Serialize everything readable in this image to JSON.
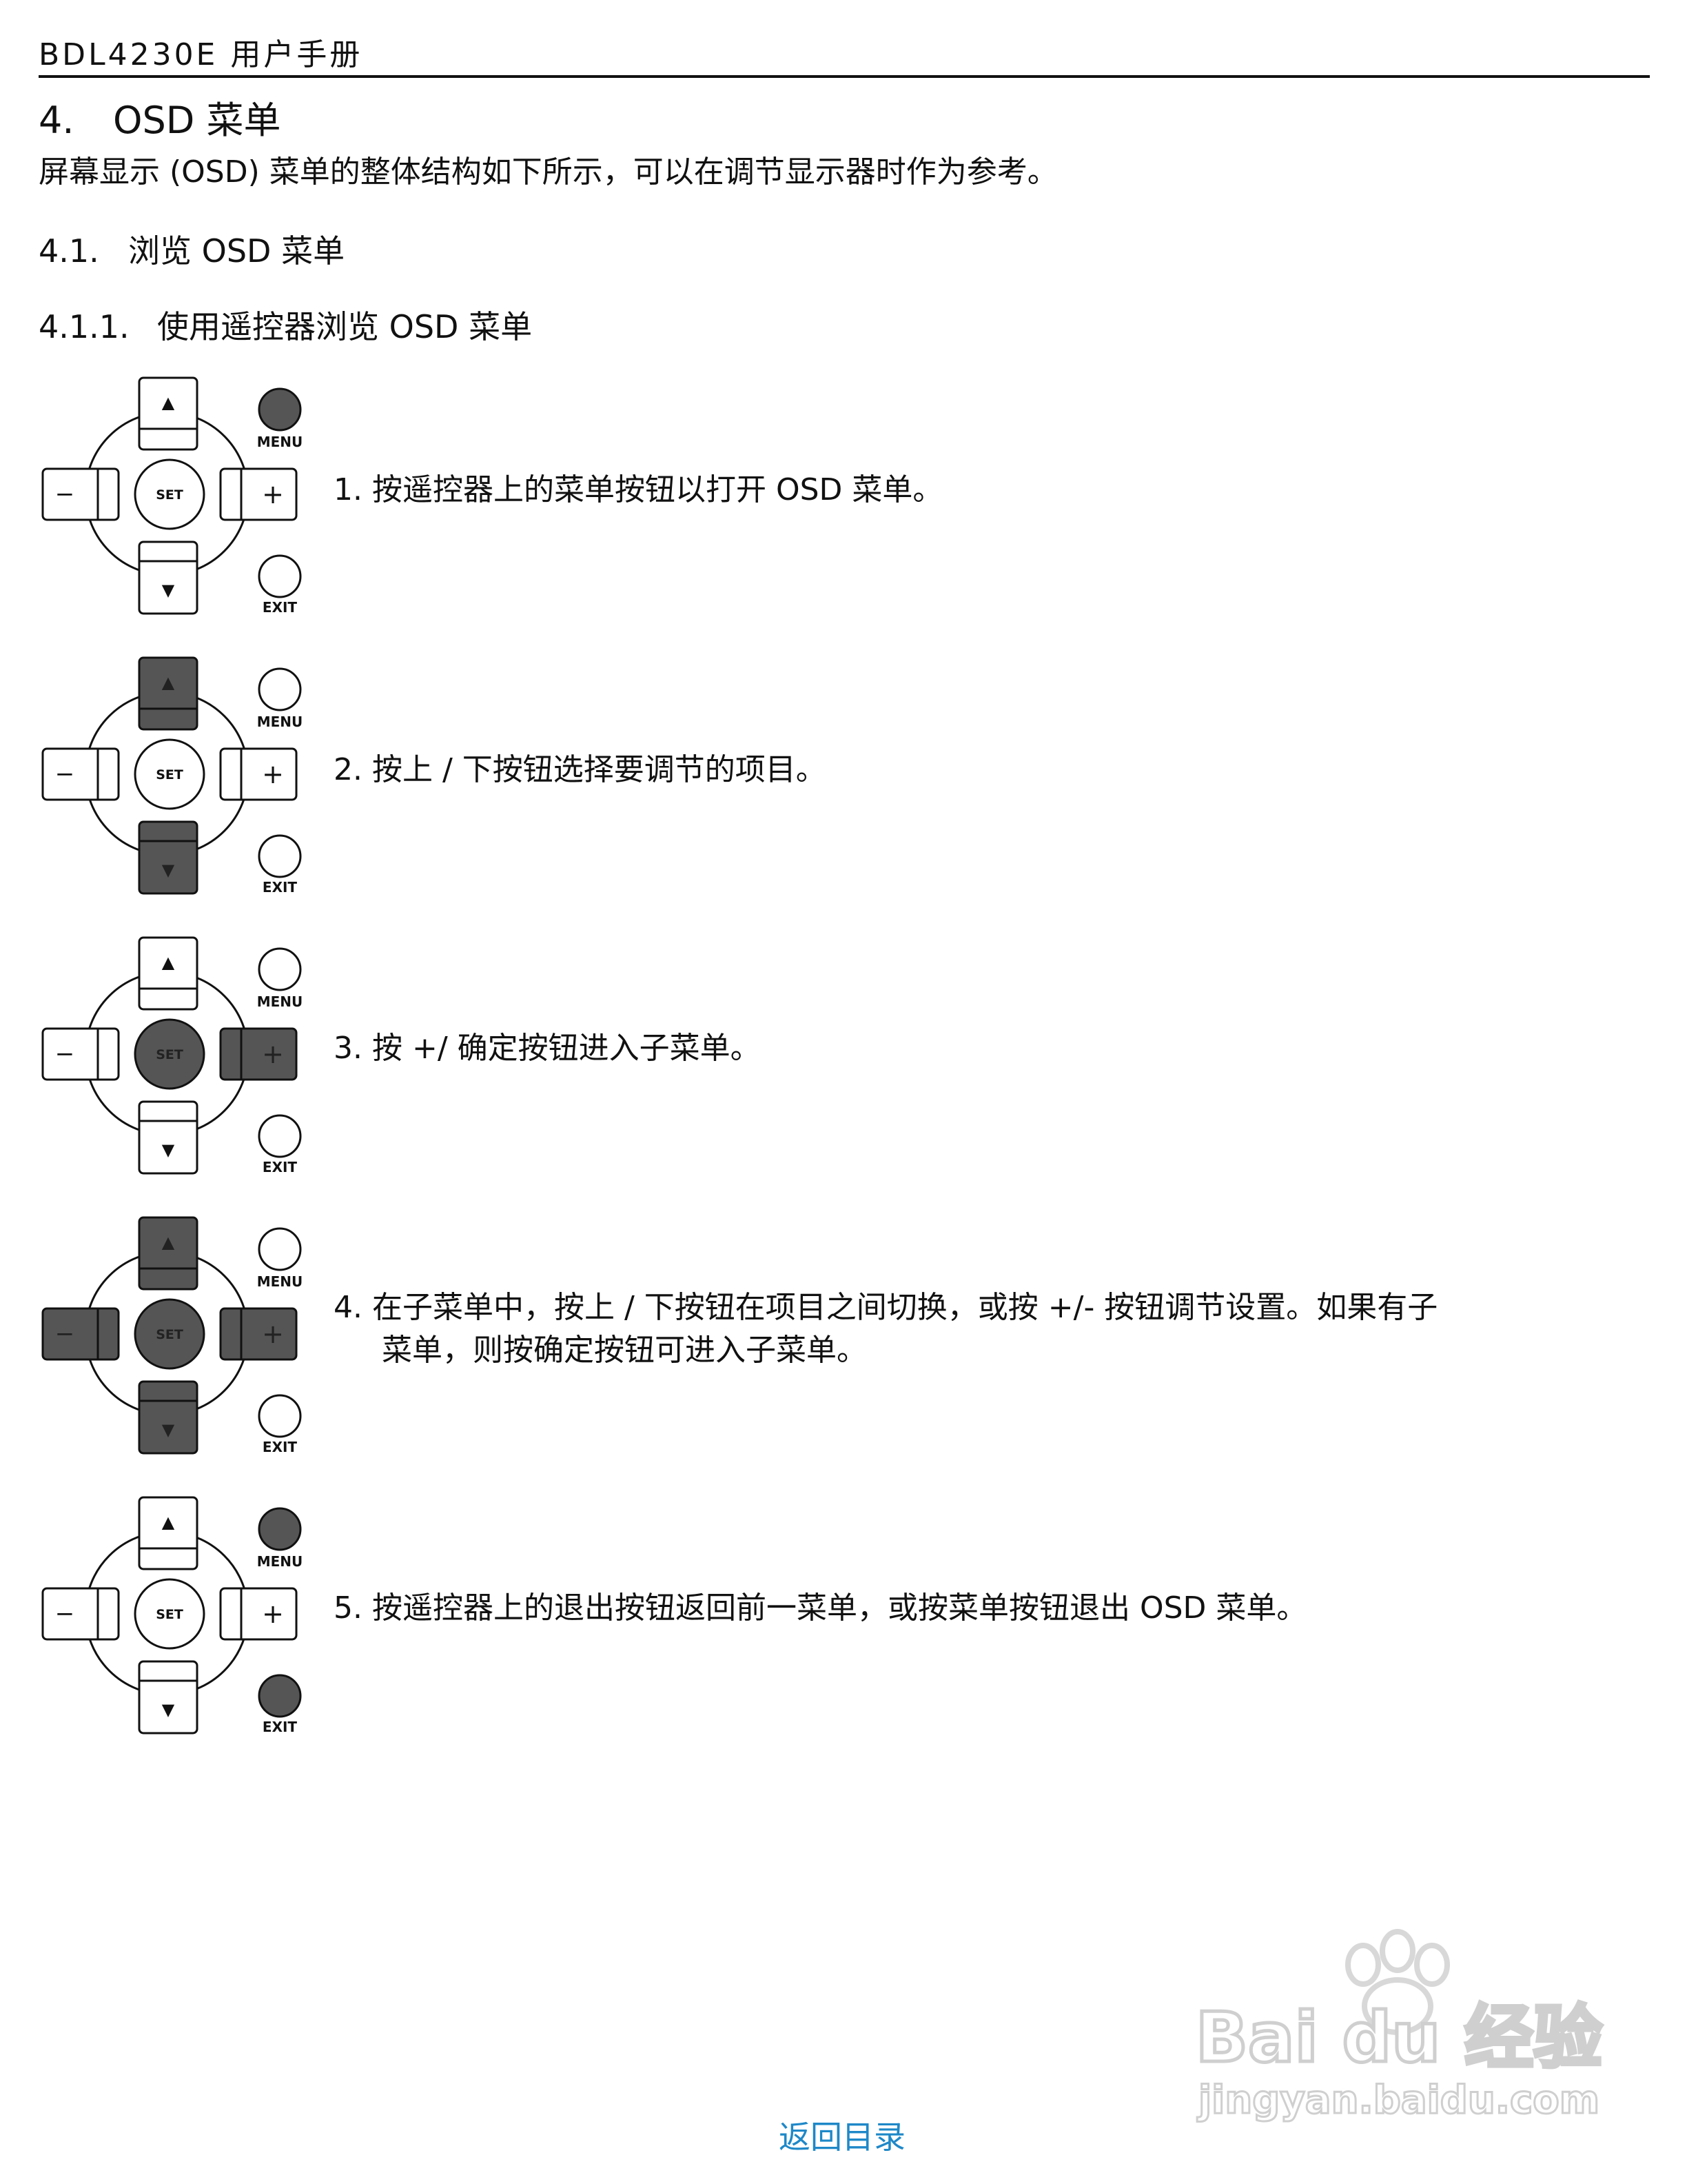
{
  "header": {
    "title": "BDL4230E 用户手册"
  },
  "section": {
    "number": "4.",
    "title": "OSD 菜单"
  },
  "intro": "屏幕显示 (OSD) 菜单的整体结构如下所示，可以在调节显示器时作为参考。",
  "subsection": {
    "number": "4.1.",
    "title": "浏览 OSD 菜单"
  },
  "subsubsection": {
    "number": "4.1.1.",
    "title": "使用遥控器浏览 OSD 菜单"
  },
  "remote_labels": {
    "menu": "MENU",
    "exit": "EXIT",
    "set": "SET",
    "up": "▲",
    "down": "▼",
    "minus": "−",
    "plus": "+"
  },
  "steps": [
    {
      "text": "1. 按遥控器上的菜单按钮以打开 OSD 菜单。",
      "highlight": [
        "menu"
      ]
    },
    {
      "text": "2. 按上 / 下按钮选择要调节的项目。",
      "highlight": [
        "up",
        "down"
      ]
    },
    {
      "text": "3. 按 +/ 确定按钮进入子菜单。",
      "highlight": [
        "set",
        "plus"
      ]
    },
    {
      "text": "4. 在子菜单中，按上 / 下按钮在项目之间切换，或按 +/- 按钮调节设置。如果有子",
      "text_cont": "菜单，则按确定按钮可进入子菜单。",
      "highlight": [
        "up",
        "down",
        "minus",
        "plus",
        "set"
      ]
    },
    {
      "text": "5. 按遥控器上的退出按钮返回前一菜单，或按菜单按钮退出 OSD 菜单。",
      "highlight": [
        "menu",
        "exit"
      ]
    }
  ],
  "footer": {
    "link": "返回目录"
  },
  "watermark": {
    "brand": "Bai du 经验",
    "url": "jingyan.baidu.com"
  },
  "colors": {
    "highlight": "#555555",
    "link": "#1e88c8",
    "text": "#111111"
  }
}
